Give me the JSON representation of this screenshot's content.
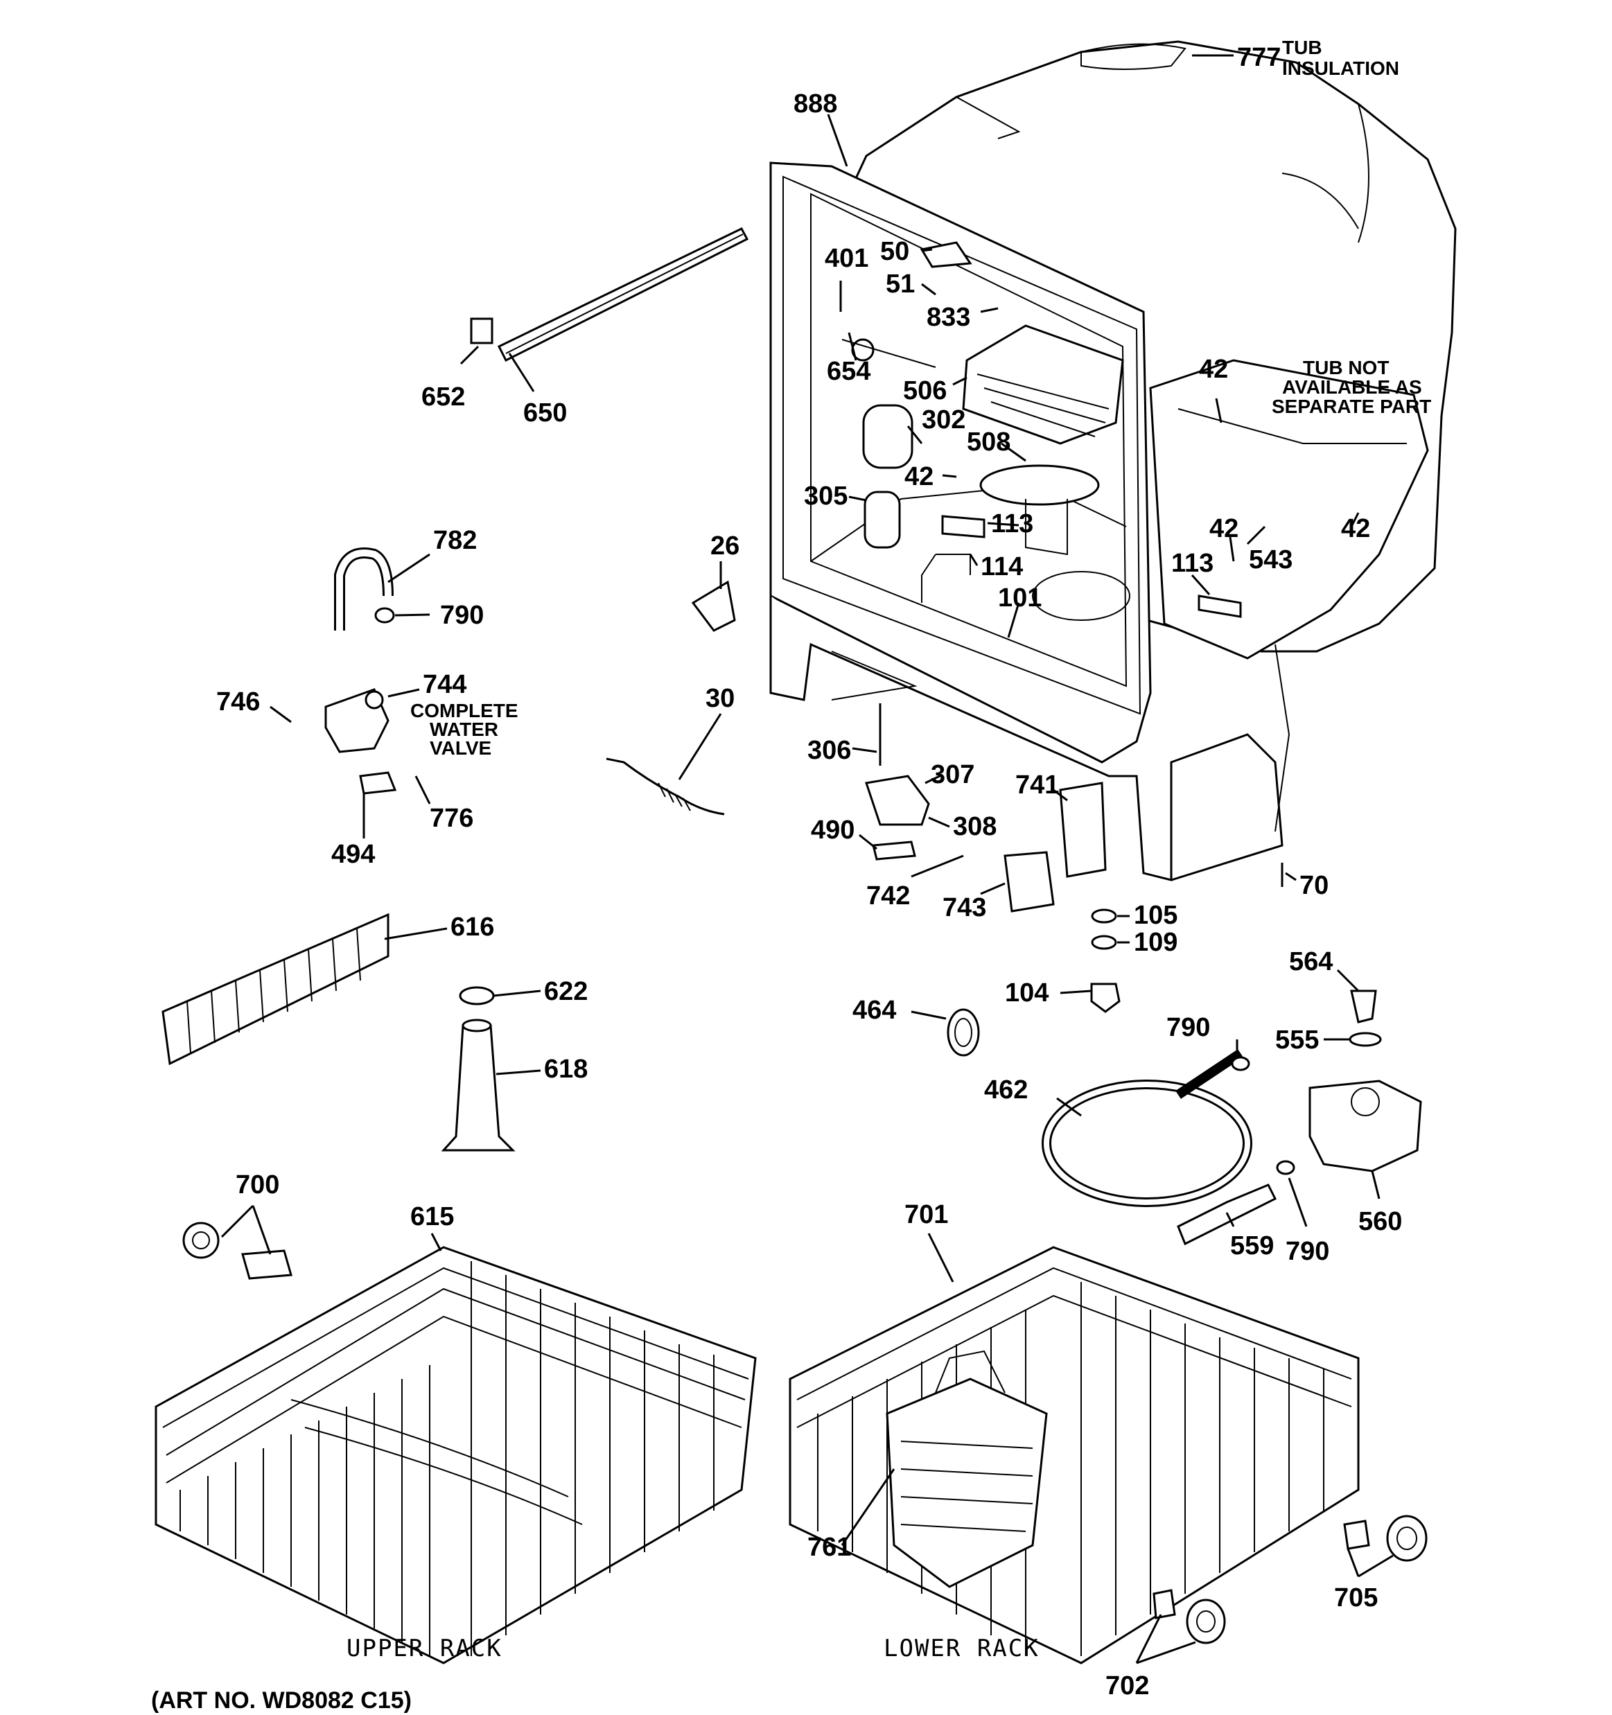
{
  "diagram": {
    "notes": {
      "tub_insulation": [
        "TUB",
        "INSULATION"
      ],
      "tub_not_available": [
        "TUB NOT",
        "AVAILABLE AS",
        "SEPARATE PART"
      ],
      "complete_water_valve": [
        "COMPLETE",
        "WATER",
        "VALVE"
      ]
    },
    "captions": {
      "upper_rack": "UPPER RACK",
      "lower_rack": "LOWER RACK",
      "art_number": "(ART NO. WD8082 C15)"
    },
    "labels": {
      "p777": "777",
      "p888": "888",
      "p50": "50",
      "p401": "401",
      "p51": "51",
      "p833": "833",
      "p652": "652",
      "p650": "650",
      "p654": "654",
      "p506": "506",
      "p42a": "42",
      "p302": "302",
      "p508": "508",
      "p42b": "42",
      "p305": "305",
      "p113a": "113",
      "p42c": "42",
      "p42d": "42",
      "p543": "543",
      "p26": "26",
      "p114": "114",
      "p113b": "113",
      "p101": "101",
      "p782": "782",
      "p790a": "790",
      "p744": "744",
      "p746": "746",
      "p30": "30",
      "p306": "306",
      "p307": "307",
      "p741": "741",
      "p776": "776",
      "p494": "494",
      "p490": "490",
      "p308": "308",
      "p742": "742",
      "p743": "743",
      "p70": "70",
      "p105": "105",
      "p109": "109",
      "p616": "616",
      "p564": "564",
      "p622": "622",
      "p464": "464",
      "p104": "104",
      "p790b": "790",
      "p555": "555",
      "p618": "618",
      "p462": "462",
      "p700": "700",
      "p615": "615",
      "p701": "701",
      "p560": "560",
      "p559": "559",
      "p790c": "790",
      "p761": "761",
      "p705": "705",
      "p702": "702"
    }
  }
}
